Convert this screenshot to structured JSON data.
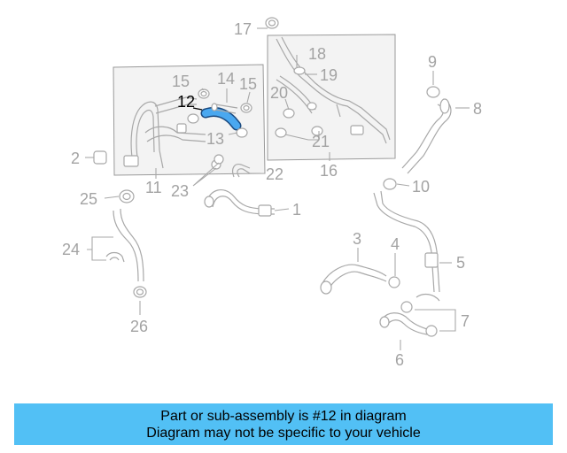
{
  "diagram": {
    "highlighted_part": "12",
    "labels": {
      "p1": "1",
      "p2": "2",
      "p3": "3",
      "p4": "4",
      "p5": "5",
      "p6": "6",
      "p7": "7",
      "p8": "8",
      "p9": "9",
      "p10": "10",
      "p11": "11",
      "p12": "12",
      "p13": "13",
      "p14": "14",
      "p15a": "15",
      "p15b": "15",
      "p16": "16",
      "p17": "17",
      "p18": "18",
      "p19": "19",
      "p20": "20",
      "p21": "21",
      "p22": "22",
      "p23": "23",
      "p24": "24",
      "p25": "25",
      "p26": "26"
    },
    "colors": {
      "highlight": "#4aa8f0",
      "parts": "#a8a8a8",
      "caption_bg": "#52c0f5"
    }
  },
  "caption": {
    "line1": "Part or sub-assembly is #12 in diagram",
    "line2": "Diagram may not be specific to your vehicle"
  }
}
